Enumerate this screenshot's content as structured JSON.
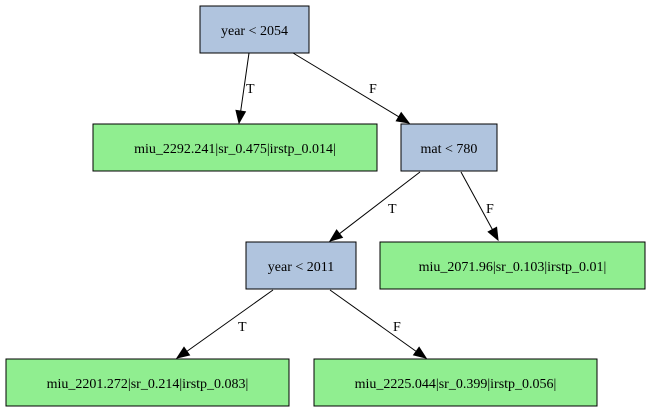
{
  "colors": {
    "decision": "#b0c4de",
    "leaf": "#90ee90",
    "stroke": "#000000",
    "background": "#ffffff"
  },
  "nodes": {
    "root": {
      "label": "year < 2054",
      "kind": "decision"
    },
    "leaf1": {
      "label": "miu_2292.241|sr_0.475|irstp_0.014|",
      "kind": "leaf"
    },
    "mat": {
      "label": "mat < 780",
      "kind": "decision"
    },
    "year2": {
      "label": "year < 2011",
      "kind": "decision"
    },
    "leaf2": {
      "label": "miu_2071.96|sr_0.103|irstp_0.01|",
      "kind": "leaf"
    },
    "leaf3": {
      "label": "miu_2201.272|sr_0.214|irstp_0.083|",
      "kind": "leaf"
    },
    "leaf4": {
      "label": "miu_2225.044|sr_0.399|irstp_0.056|",
      "kind": "leaf"
    }
  },
  "edges": [
    {
      "id": "root-leaf1",
      "from": "root",
      "to": "leaf1",
      "label": "T"
    },
    {
      "id": "root-mat",
      "from": "root",
      "to": "mat",
      "label": "F"
    },
    {
      "id": "mat-year2",
      "from": "mat",
      "to": "year2",
      "label": "T"
    },
    {
      "id": "mat-leaf2",
      "from": "mat",
      "to": "leaf2",
      "label": "F"
    },
    {
      "id": "year2-leaf3",
      "from": "year2",
      "to": "leaf3",
      "label": "T"
    },
    {
      "id": "year2-leaf4",
      "from": "year2",
      "to": "leaf4",
      "label": "F"
    }
  ]
}
